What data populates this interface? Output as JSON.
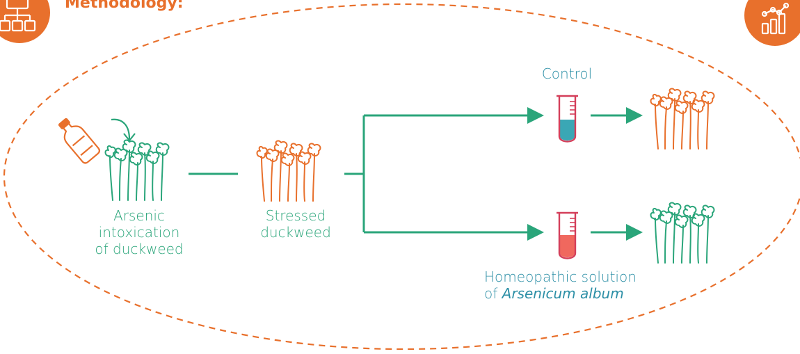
{
  "title": "Methodology:",
  "steps": {
    "arsenic_line1": "Arsenic",
    "arsenic_line2": "intoxication",
    "arsenic_line3": "of duckweed",
    "stressed_line1": "Stressed",
    "stressed_line2": "duckweed",
    "control": "Control",
    "homeopathic_line1": "Homeopathic solution",
    "homeopathic_line2_prefix": "of ",
    "homeopathic_line2_italic": "Arsenicum album"
  },
  "icons": {
    "top_left": "hierarchy-icon",
    "top_right": "chart-icon",
    "bottle": "bottle-icon",
    "control_tube": "test-tube-icon",
    "homeopathic_tube": "test-tube-icon",
    "plants": "duckweed-icon"
  },
  "colors": {
    "orange": "#e8702c",
    "green": "#2aa57a",
    "blue": "#2c8fa6",
    "tube_blue": "#3aa7b5",
    "tube_red": "#f0685e",
    "tube_outline": "#d43f5a",
    "bottle": "#e8702c"
  }
}
